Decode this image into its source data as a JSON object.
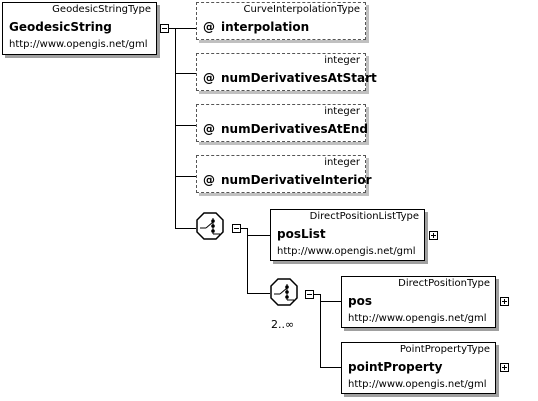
{
  "root": {
    "type": "GeodesicStringType",
    "name": "GeodesicString",
    "namespace": "http://www.opengis.net/gml"
  },
  "attributes": [
    {
      "type": "CurveInterpolationType",
      "at": "@",
      "name": "interpolation"
    },
    {
      "type": "integer",
      "at": "@",
      "name": "numDerivativesAtStart"
    },
    {
      "type": "integer",
      "at": "@",
      "name": "numDerivativesAtEnd"
    },
    {
      "type": "integer",
      "at": "@",
      "name": "numDerivativeInterior"
    }
  ],
  "choice": {
    "elements": [
      {
        "type": "DirectPositionListType",
        "name": "posList",
        "namespace": "http://www.opengis.net/gml"
      }
    ],
    "sequence": {
      "cardinality": "2..∞",
      "elements": [
        {
          "type": "DirectPositionType",
          "name": "pos",
          "namespace": "http://www.opengis.net/gml"
        },
        {
          "type": "PointPropertyType",
          "name": "pointProperty",
          "namespace": "http://www.opengis.net/gml"
        }
      ]
    }
  }
}
